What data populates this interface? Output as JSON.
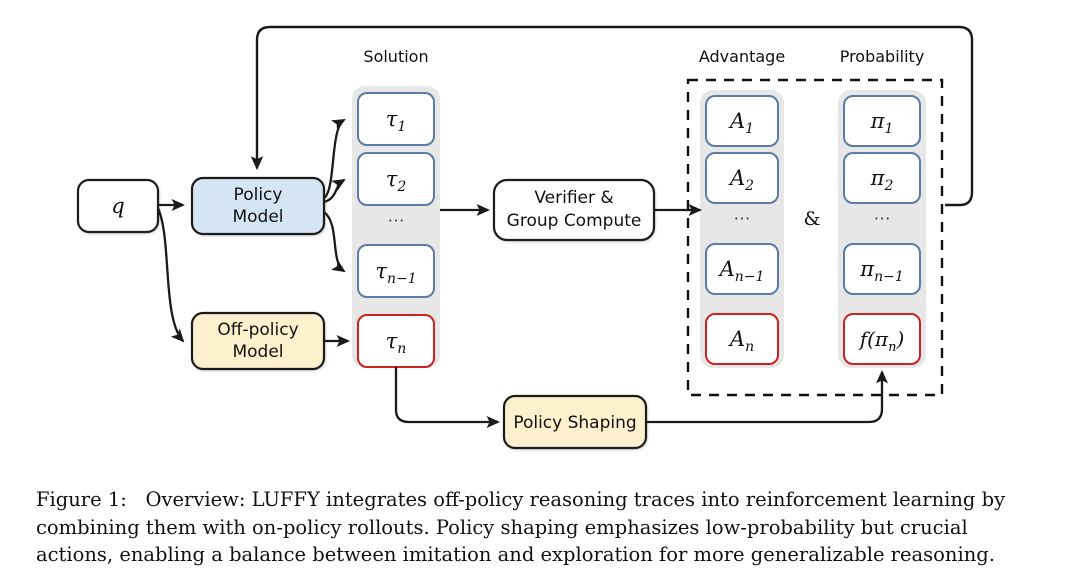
{
  "figure": {
    "caption_label": "Figure 1:",
    "caption_text": "Overview: LUFFY integrates off-policy reasoning traces into reinforcement learning by combining them with on-policy rollouts. Policy shaping emphasizes low-probability but crucial actions, enabling a balance between imitation and exploration for more generalizable reasoning."
  },
  "colors": {
    "policy_model_fill": "#d6e5f3",
    "off_policy_fill": "#fdf0cd",
    "policy_shaping_fill": "#fdf0cd",
    "plain_fill": "#ffffff",
    "column_band": "#e6e6e6",
    "item_border_blue": "#5a7ca6",
    "item_border_red": "#cc2222",
    "stroke_dark": "#1a1a1a"
  },
  "nodes": {
    "query": {
      "label": "q"
    },
    "policy_model": {
      "line1": "Policy",
      "line2": "Model"
    },
    "off_policy_model": {
      "line1": "Off-policy",
      "line2": "Model"
    },
    "verifier": {
      "line1": "Verifier &",
      "line2": "Group Compute"
    },
    "policy_shaping": {
      "label": "Policy Shaping"
    }
  },
  "columns": {
    "solution": {
      "title": "Solution",
      "items": [
        {
          "label": "τ",
          "sub": "1",
          "accent": "blue"
        },
        {
          "label": "τ",
          "sub": "2",
          "accent": "blue"
        },
        {
          "label": "τ",
          "sub": "n−1",
          "accent": "blue"
        },
        {
          "label": "τ",
          "sub": "n",
          "accent": "red"
        }
      ],
      "ellipsis": "⋯"
    },
    "advantage": {
      "title": "Advantage",
      "items": [
        {
          "label": "A",
          "sub": "1",
          "accent": "blue"
        },
        {
          "label": "A",
          "sub": "2",
          "accent": "blue"
        },
        {
          "label": "A",
          "sub": "n−1",
          "accent": "blue"
        },
        {
          "label": "A",
          "sub": "n",
          "accent": "red"
        }
      ],
      "ellipsis": "⋯"
    },
    "probability": {
      "title": "Probability",
      "items": [
        {
          "label": "π",
          "sub": "1",
          "accent": "blue"
        },
        {
          "label": "π",
          "sub": "2",
          "accent": "blue"
        },
        {
          "label": "π",
          "sub": "n−1",
          "accent": "blue"
        },
        {
          "label": "f(π",
          "sub": "n",
          "suffix": ")",
          "accent": "red"
        }
      ],
      "ellipsis": "⋯"
    }
  },
  "connector": {
    "ampersand": "&"
  }
}
